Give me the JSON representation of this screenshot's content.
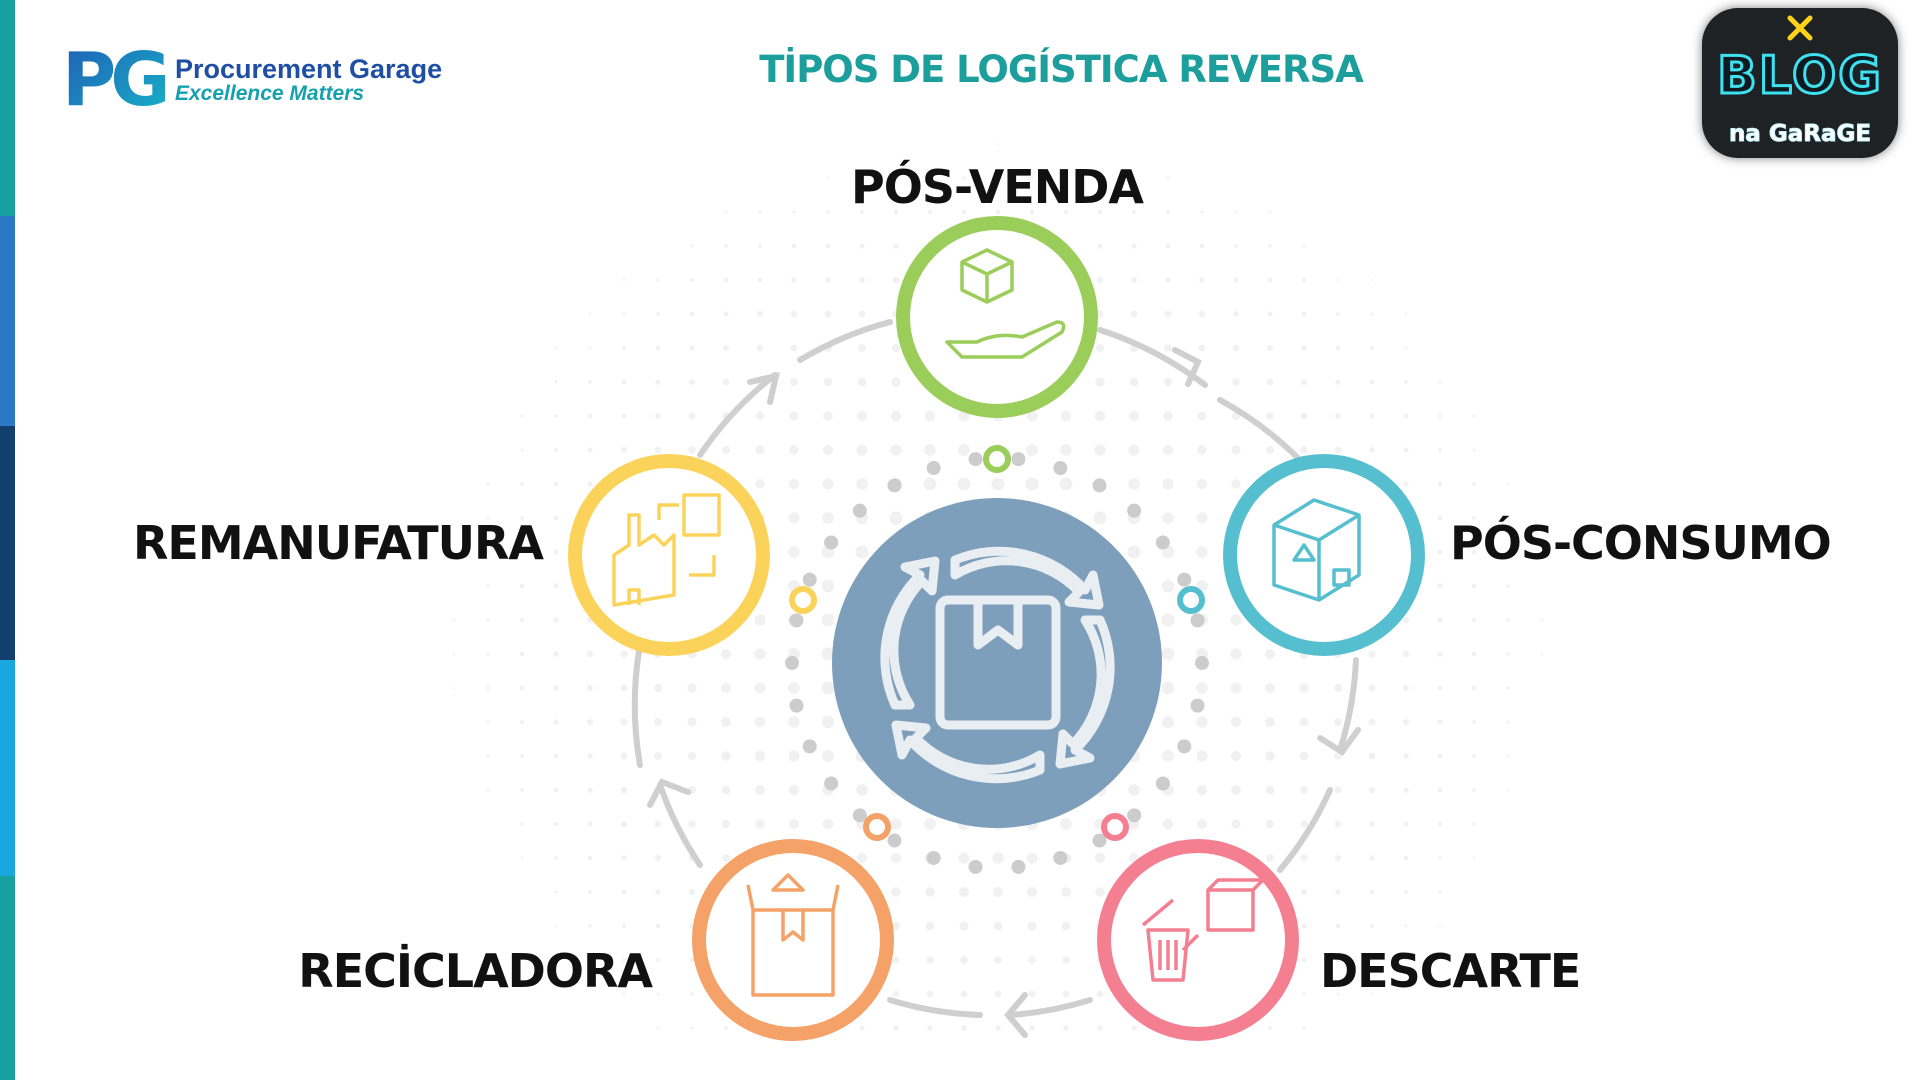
{
  "header": {
    "logo": {
      "mark": "PG",
      "name": "Procurement Garage",
      "tagline": "Excellence Matters"
    },
    "title": "TİPOS DE LOGÍSTICA REVERSA",
    "badge": {
      "line1": "BLOG",
      "line2": "na GaRaGE"
    }
  },
  "diagram": {
    "center": {
      "icon": "box-cycle-icon",
      "color": "#7e9fbb"
    },
    "nodes": [
      {
        "label": "PÓS-VENDA",
        "icon": "hand-box-icon",
        "color": "#9acd5a"
      },
      {
        "label": "PÓS-CONSUMO",
        "icon": "recycle-box-icon",
        "color": "#56bfcf"
      },
      {
        "label": "DESCARTE",
        "icon": "trash-box-icon",
        "color": "#f47f91"
      },
      {
        "label": "RECİCLADORA",
        "icon": "recycle-bag-icon",
        "color": "#f4a267"
      },
      {
        "label": "REMANUFATURA",
        "icon": "factory-icon",
        "color": "#fbd35b"
      }
    ]
  },
  "colors": {
    "title": "#1b9e9c",
    "ring": "#cfcfcf",
    "stripe": [
      "#17a0a0",
      "#2a78c6",
      "#123f6e",
      "#1aa7e0",
      "#17a0a0"
    ]
  }
}
